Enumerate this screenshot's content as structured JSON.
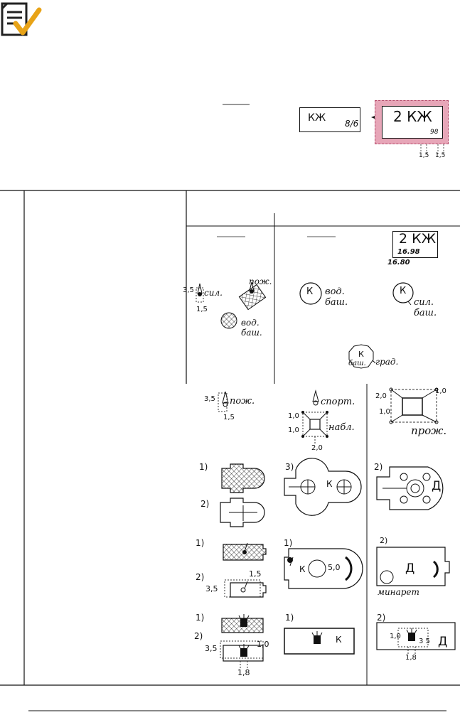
{
  "doc_icon": "document-checkmark-icon",
  "colors": {
    "accent_orange": "#e8a317",
    "highlight_pink": "#e7a6b8",
    "rule_gray": "#999999"
  },
  "top_example": {
    "plain_label": "КЖ",
    "plain_fraction": "8/6",
    "highlight_label": "2 КЖ",
    "highlight_number": "98",
    "dim_left": "1,5",
    "dim_right": "1,5"
  },
  "table": {
    "row1": {
      "col4": {
        "label": "2 КЖ",
        "upper_mark": "16.98",
        "lower_mark": "16.80"
      },
      "col2": {
        "dim_h": "3,5",
        "dim_v": "1,5",
        "sil": "сил.",
        "pozh": "пож.",
        "vod1": "вод.",
        "vod2": "баш."
      },
      "col3": {
        "letter": "К",
        "vod1": "вод.",
        "vod2": "баш.",
        "sil1": "сил.",
        "sil2": "баш.",
        "grad_word": "баш.",
        "grad": "град."
      }
    },
    "row2": {
      "col2": {
        "dim_h": "3,5",
        "dim_v": "1,5",
        "label": "пож."
      },
      "col3": {
        "label1": "спорт.",
        "label2": "набл.",
        "dim_a": "1,0",
        "dim_b": "1,0",
        "dim_c": "2,0"
      },
      "col4": {
        "dim_a": "2,0",
        "dim_b": "1,0",
        "dim_c": "1,0",
        "label": "прож."
      }
    },
    "row3": {
      "col2": {
        "n1": "1)",
        "n2": "2)"
      },
      "col3": {
        "n": "3)",
        "letter": "К"
      },
      "col4": {
        "n": "2)",
        "letter": "Д"
      }
    },
    "row4": {
      "col2": {
        "n1": "1)",
        "n2": "2)",
        "dim_a": "1,5",
        "dim_b": "3,5"
      },
      "col3": {
        "n": "1)",
        "letter": "К",
        "value": "5,0"
      },
      "col4": {
        "n": "2)",
        "letter": "Д",
        "label": "минарет"
      }
    },
    "row5": {
      "col2": {
        "n1": "1)",
        "n2": "2)",
        "dim_a": "3,5",
        "dim_b": "1,0",
        "dim_c": "1,8"
      },
      "col3": {
        "n": "1)",
        "letter": "К"
      },
      "col4": {
        "n": "2)",
        "letter": "Д",
        "dim_a": "1,0",
        "dim_b": "3 5",
        "dim_c": "1,8"
      }
    }
  }
}
